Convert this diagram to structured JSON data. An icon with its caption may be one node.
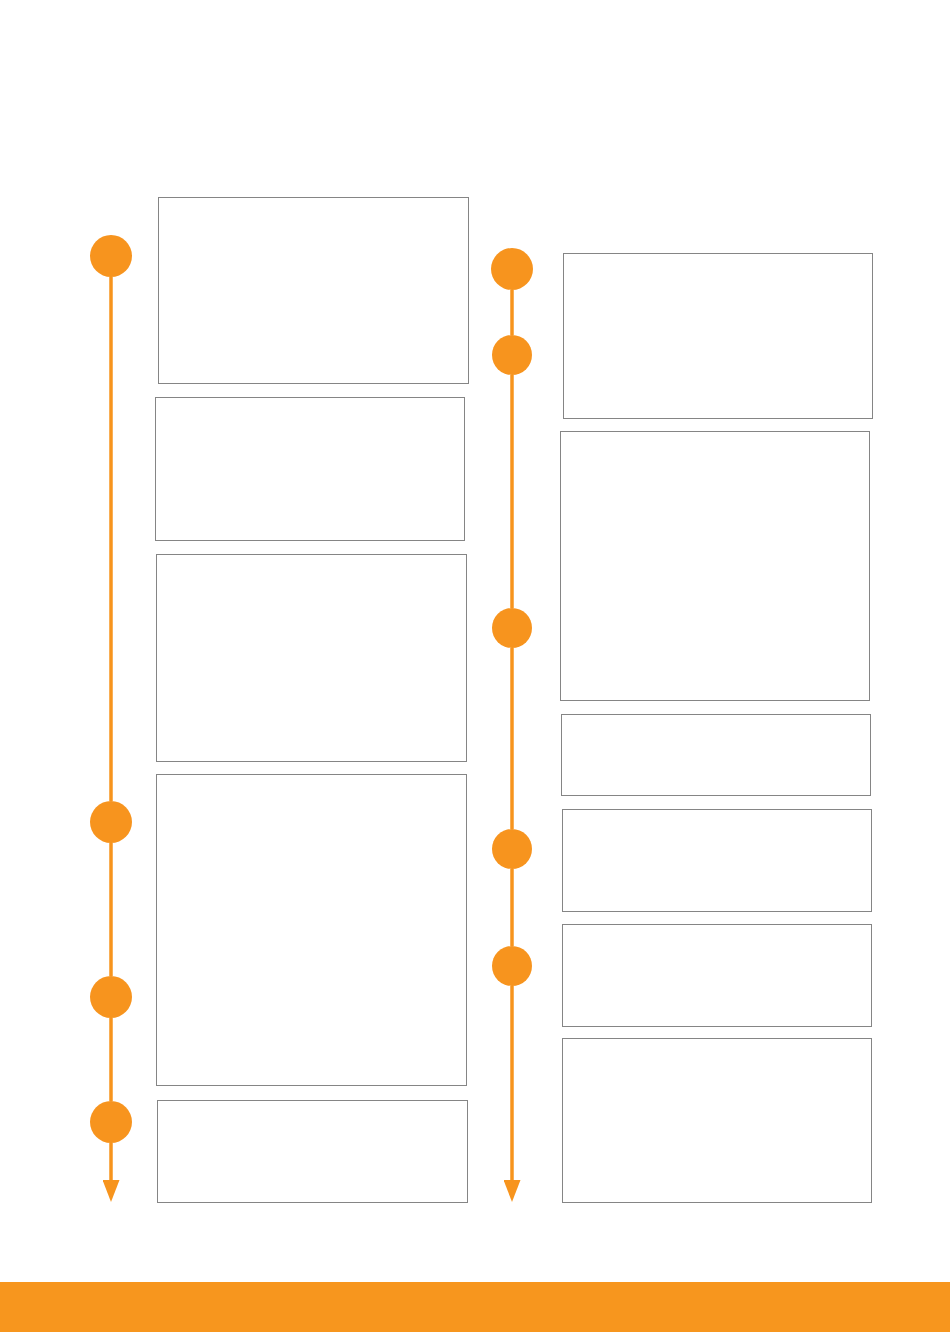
{
  "diagram": {
    "nodes": [
      {
        "text": [],
        "shape": "circle"
      },
      {
        "text": [],
        "shape": "circle"
      },
      {
        "text": [],
        "shape": "circle"
      },
      {
        "text": [],
        "shape": "circle"
      },
      {
        "text": [],
        "shape": "box"
      },
      {
        "text": [],
        "shape": "box"
      },
      {
        "text": [],
        "shape": "box"
      },
      {
        "text": [],
        "shape": "box"
      },
      {
        "text": [],
        "shape": "box"
      },
      {
        "text": [],
        "shape": "circle"
      },
      {
        "text": [],
        "shape": "circle"
      },
      {
        "text": [],
        "shape": "circle"
      },
      {
        "text": [],
        "shape": "circle"
      },
      {
        "text": [],
        "shape": "circle"
      },
      {
        "text": [],
        "shape": "box"
      },
      {
        "text": [],
        "shape": "box"
      },
      {
        "text": [],
        "shape": "box"
      },
      {
        "text": [],
        "shape": "box"
      },
      {
        "text": [],
        "shape": "box"
      },
      {
        "text": [],
        "shape": "box"
      }
    ],
    "edges": [
      {
        "from": 0,
        "to": 1,
        "arrow": "none"
      },
      {
        "from": 1,
        "to": 2,
        "arrow": "none"
      },
      {
        "from": 2,
        "to": 3,
        "arrow": "none"
      },
      {
        "from": 3,
        "to": null,
        "arrow": "to"
      },
      {
        "from": 9,
        "to": 10,
        "arrow": "none"
      },
      {
        "from": 10,
        "to": 11,
        "arrow": "none"
      },
      {
        "from": 11,
        "to": 12,
        "arrow": "none"
      },
      {
        "from": 12,
        "to": 13,
        "arrow": "none"
      },
      {
        "from": 13,
        "to": null,
        "arrow": "to"
      }
    ]
  }
}
